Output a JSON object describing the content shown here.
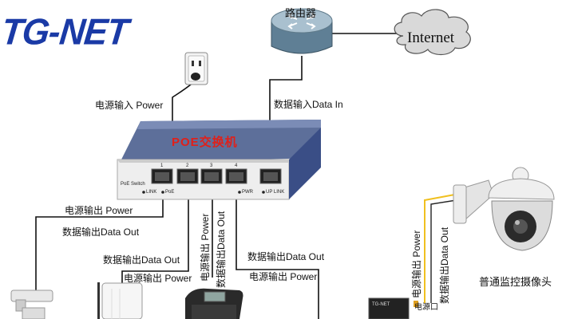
{
  "logo": {
    "text": "TG-NET",
    "color": "#1a3aa6"
  },
  "router": {
    "label": "路由器"
  },
  "internet": {
    "label": "Internet"
  },
  "switch": {
    "label": "POE交换机",
    "brand_text": "PoE Switch",
    "port_numbers": [
      "1",
      "2",
      "3",
      "4"
    ],
    "led_labels": [
      "LINK",
      "PoE",
      "PWR",
      "UP LINK"
    ]
  },
  "labels": {
    "power_in": "电源输入 Power",
    "data_in": "数据输入Data In",
    "left_power_out": "电源输出 Power",
    "left_data_out": "数据输出Data Out",
    "mid_data_out": "数据输出Data Out",
    "mid_power_out": "电源输出 Power",
    "vert_power_out": "电源输出 Power",
    "vert_data_out": "数据输出Data Out",
    "right_data_out": "数据输出Data Out",
    "right_power_out": "电源输出 Power",
    "cam_power_out": "电源输出 Power",
    "cam_data_out": "数据输出Data Out",
    "power_port": "电源口"
  },
  "camera": {
    "caption": "普通监控摄像头"
  },
  "injector": {
    "brand": "TG-NET"
  },
  "colors": {
    "accent_blue": "#1a3aa6",
    "switch_blue": "#3a4e86",
    "title_red": "#e0201a",
    "cable_yellow": "#f0c020"
  }
}
